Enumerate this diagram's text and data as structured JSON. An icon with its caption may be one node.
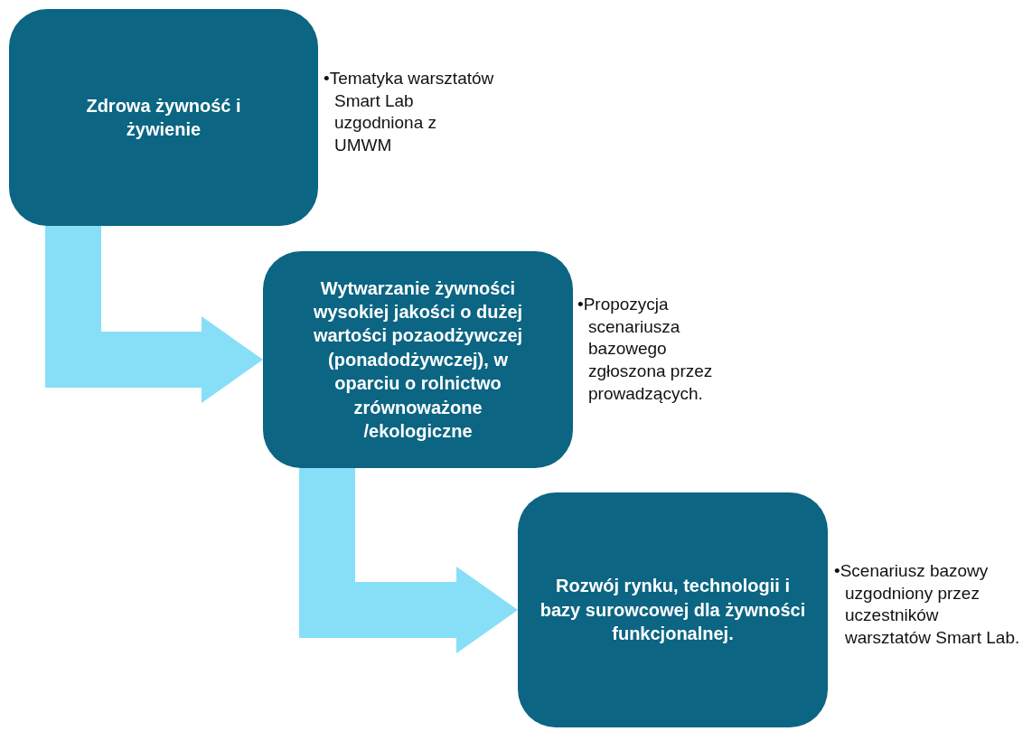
{
  "diagram": {
    "nodes": [
      {
        "text": [
          "Zdrowa żywność i żywienie"
        ],
        "beside": [
          "•Tematyka warsztatów Smart Lab uzgodniona z UMWM"
        ]
      },
      {
        "text": [
          "Wytwarzanie żywności wysokiej jakości o dużej wartości pozaodżywczej (ponadodżywczej), w oparciu o rolnictwo zrównoważone /ekologiczne"
        ],
        "beside": [
          "•Propozycja scenariusza bazowego zgłoszona przez prowadzących."
        ]
      },
      {
        "text": [
          "Rozwój rynku, technologii i bazy surowcowej dla żywności funkcjonalnej."
        ],
        "beside": [
          "•Scenariusz bazowy uzgodniony przez uczestników warsztatów Smart Lab."
        ]
      }
    ],
    "edges": [
      {
        "from": 0,
        "to": 1,
        "arrow": "to"
      },
      {
        "from": 1,
        "to": 2,
        "arrow": "to"
      }
    ]
  }
}
